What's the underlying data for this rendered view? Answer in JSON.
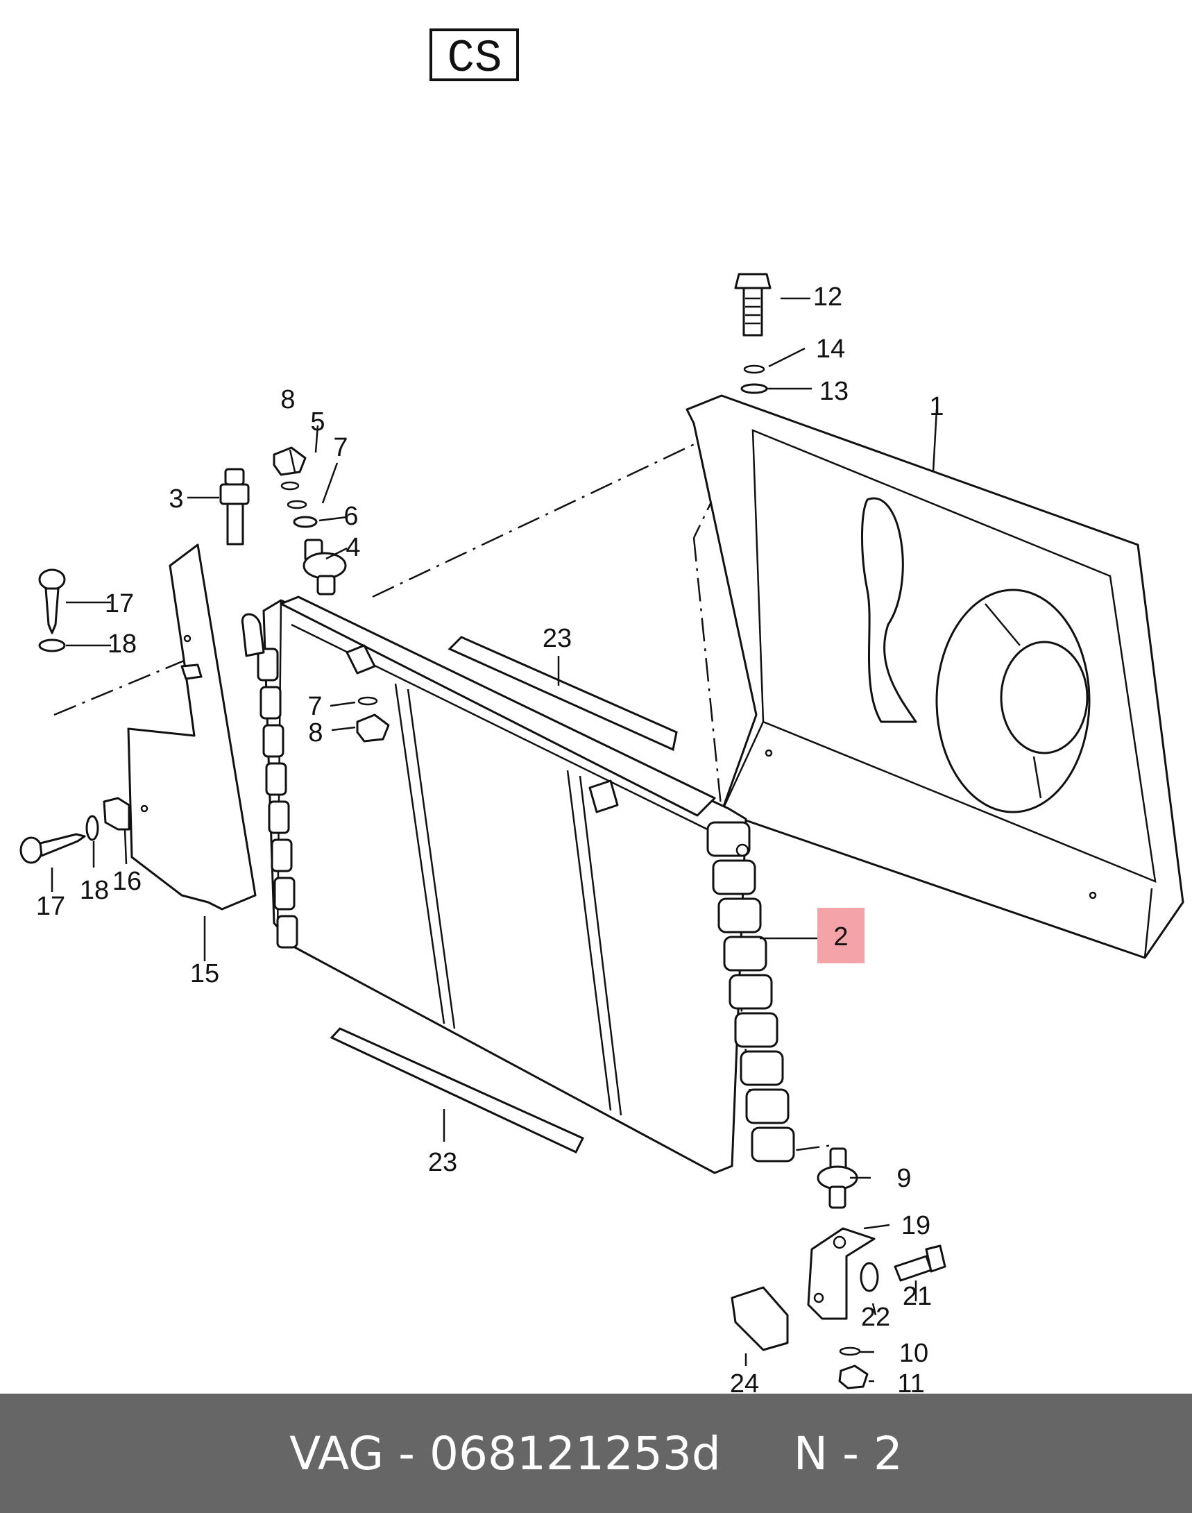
{
  "header": {
    "badge": "CS"
  },
  "footer": {
    "brand": "VAG",
    "separator": "-",
    "part_number": "068121253d",
    "ref": "N - 2"
  },
  "highlight_color": "#f4a3a8",
  "callouts": [
    {
      "id": "c1",
      "label": "1"
    },
    {
      "id": "c2",
      "label": "2",
      "highlighted": true
    },
    {
      "id": "c3",
      "label": "3"
    },
    {
      "id": "c4",
      "label": "4"
    },
    {
      "id": "c5",
      "label": "5"
    },
    {
      "id": "c6",
      "label": "6"
    },
    {
      "id": "c7a",
      "label": "7"
    },
    {
      "id": "c7b",
      "label": "7"
    },
    {
      "id": "c8a",
      "label": "8"
    },
    {
      "id": "c8b",
      "label": "8"
    },
    {
      "id": "c9",
      "label": "9"
    },
    {
      "id": "c10",
      "label": "10"
    },
    {
      "id": "c11",
      "label": "11"
    },
    {
      "id": "c12",
      "label": "12"
    },
    {
      "id": "c13",
      "label": "13"
    },
    {
      "id": "c14",
      "label": "14"
    },
    {
      "id": "c15",
      "label": "15"
    },
    {
      "id": "c16",
      "label": "16"
    },
    {
      "id": "c17a",
      "label": "17"
    },
    {
      "id": "c17b",
      "label": "17"
    },
    {
      "id": "c18a",
      "label": "18"
    },
    {
      "id": "c18b",
      "label": "18"
    },
    {
      "id": "c19",
      "label": "19"
    },
    {
      "id": "c21",
      "label": "21"
    },
    {
      "id": "c22",
      "label": "22"
    },
    {
      "id": "c23a",
      "label": "23"
    },
    {
      "id": "c23b",
      "label": "23"
    },
    {
      "id": "c24",
      "label": "24"
    }
  ]
}
